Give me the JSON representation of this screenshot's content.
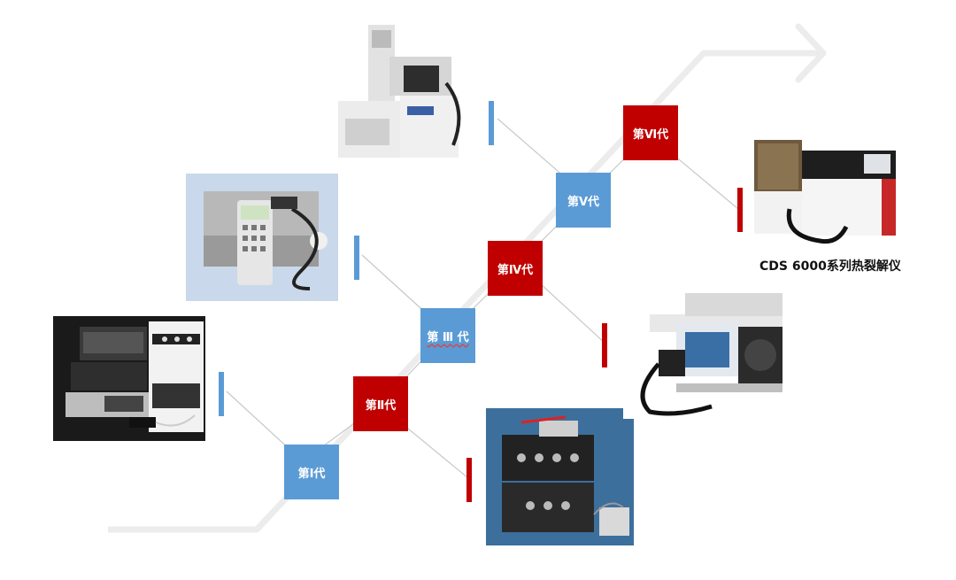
{
  "generations": [
    {
      "label": "第Ⅰ代",
      "color": "#5b9bd5"
    },
    {
      "label": "第Ⅱ代",
      "color": "#c00000"
    },
    {
      "label": "第 Ⅲ 代",
      "color": "#5b9bd5"
    },
    {
      "label": "第Ⅳ代",
      "color": "#c00000"
    },
    {
      "label": "第Ⅴ代",
      "color": "#5b9bd5"
    },
    {
      "label": "第Ⅵ代",
      "color": "#c00000"
    }
  ],
  "caption": "CDS 6000系列热裂解仪",
  "colors": {
    "blue": "#5b9bd5",
    "red": "#c00000",
    "arrow": "#ececec",
    "connector": "#c8c8c8"
  }
}
